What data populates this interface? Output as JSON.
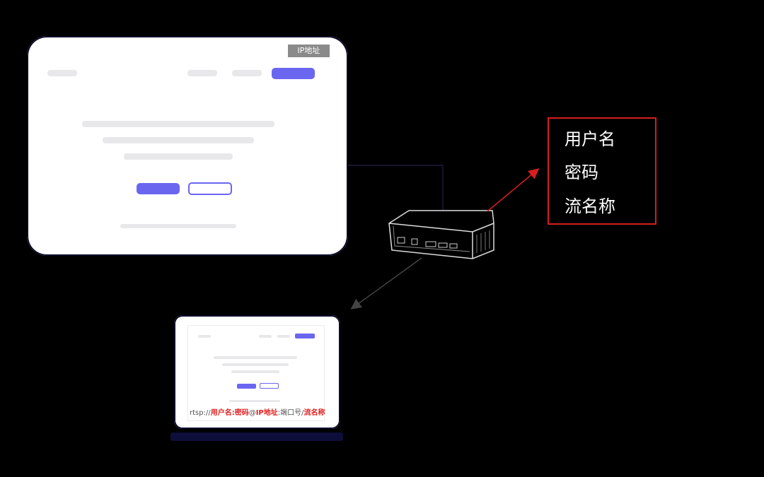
{
  "window": {
    "ip_tag": "IP地址"
  },
  "info_box": {
    "items": [
      "用户名",
      "密码",
      "流名称"
    ]
  },
  "rtsp": {
    "prefix": "rtsp://",
    "user_pass": "用户名:密码",
    "at": "@",
    "ip": "IP地址",
    "colon": ":",
    "port": "端口号",
    "slash": "/",
    "stream": "流名称"
  },
  "colors": {
    "accent": "#6b66f0",
    "highlight_red": "#d61e1e",
    "background": "#000000"
  }
}
